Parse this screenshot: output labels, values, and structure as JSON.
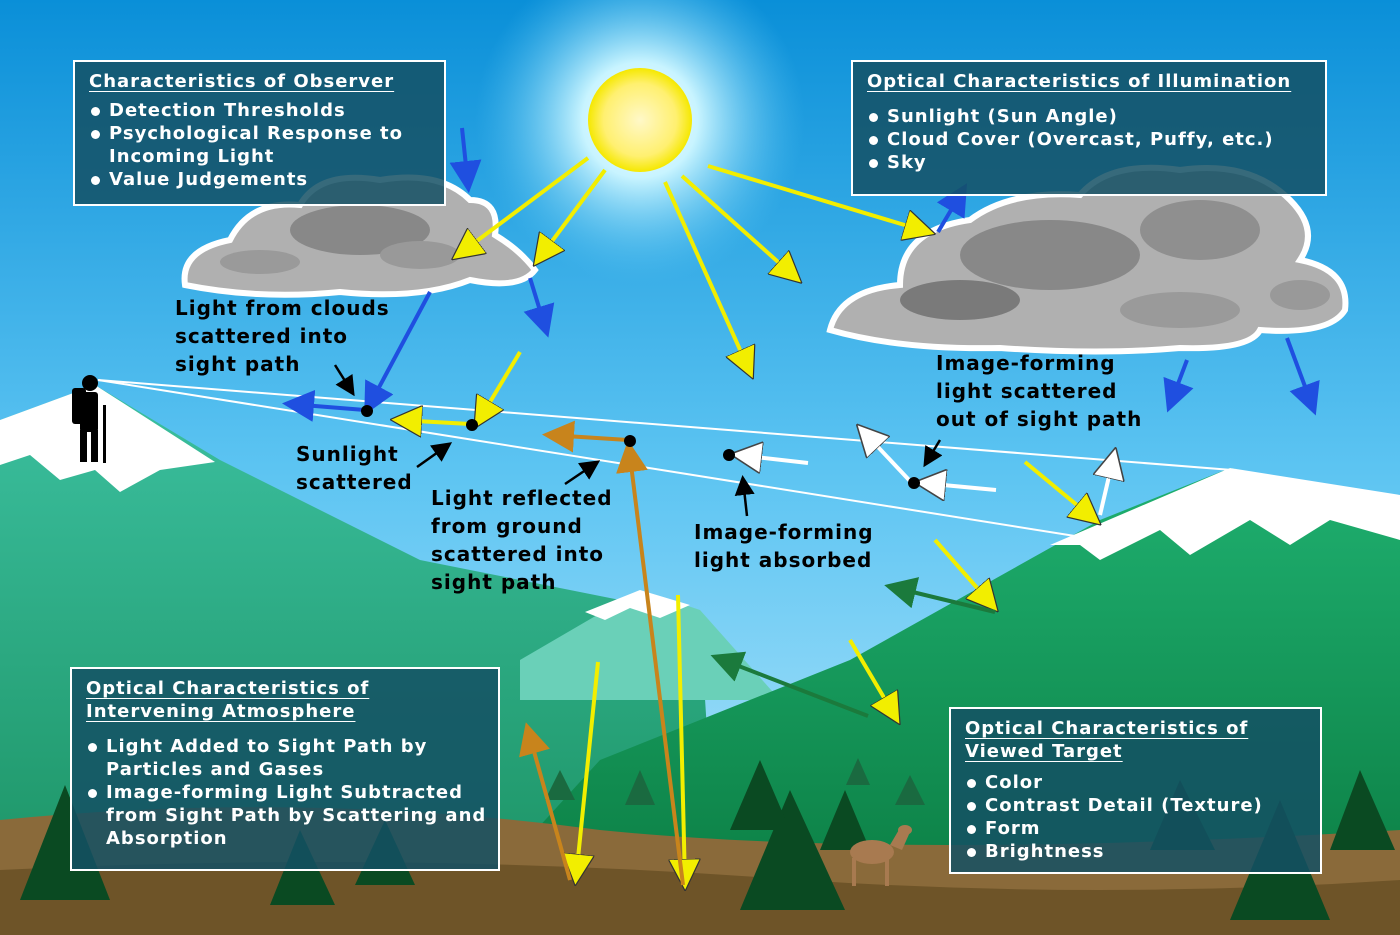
{
  "boxes": {
    "observer": {
      "title": "Characteristics of Observer",
      "items": [
        "Detection Thresholds",
        "Psychological Response to Incoming Light",
        "Value Judgements"
      ]
    },
    "illumination": {
      "title": "Optical Characteristics of Illumination",
      "items": [
        "Sunlight (Sun Angle)",
        "Cloud Cover (Overcast, Puffy, etc.)",
        "Sky"
      ]
    },
    "atmosphere": {
      "title_line1": "Optical Characteristics of",
      "title_line2": "Intervening Atmosphere",
      "items": [
        "Light Added to Sight Path by Particles and Gases",
        "Image-forming Light Subtracted from Sight Path by Scattering and Absorption"
      ]
    },
    "target": {
      "title_line1": "Optical Characteristics of",
      "title_line2": "Viewed Target",
      "items": [
        "Color",
        "Contrast Detail (Texture)",
        "Form",
        "Brightness"
      ]
    }
  },
  "labels": {
    "clouds_scatter": [
      "Light from clouds",
      "scattered into",
      "sight path"
    ],
    "sunlight_scattered": [
      "Sunlight",
      "scattered"
    ],
    "ground_reflected": [
      "Light reflected",
      "from ground",
      "scattered into",
      "sight path"
    ],
    "absorbed": [
      "Image-forming",
      "light absorbed"
    ],
    "scattered_out": [
      "Image-forming",
      "light scattered",
      "out of sight path"
    ]
  },
  "colors": {
    "sunlight": "#f2ee00",
    "skylight": "#1f4fe0",
    "ground": "#c8841c",
    "target": "#1b7a3c",
    "image": "#ffffff"
  }
}
